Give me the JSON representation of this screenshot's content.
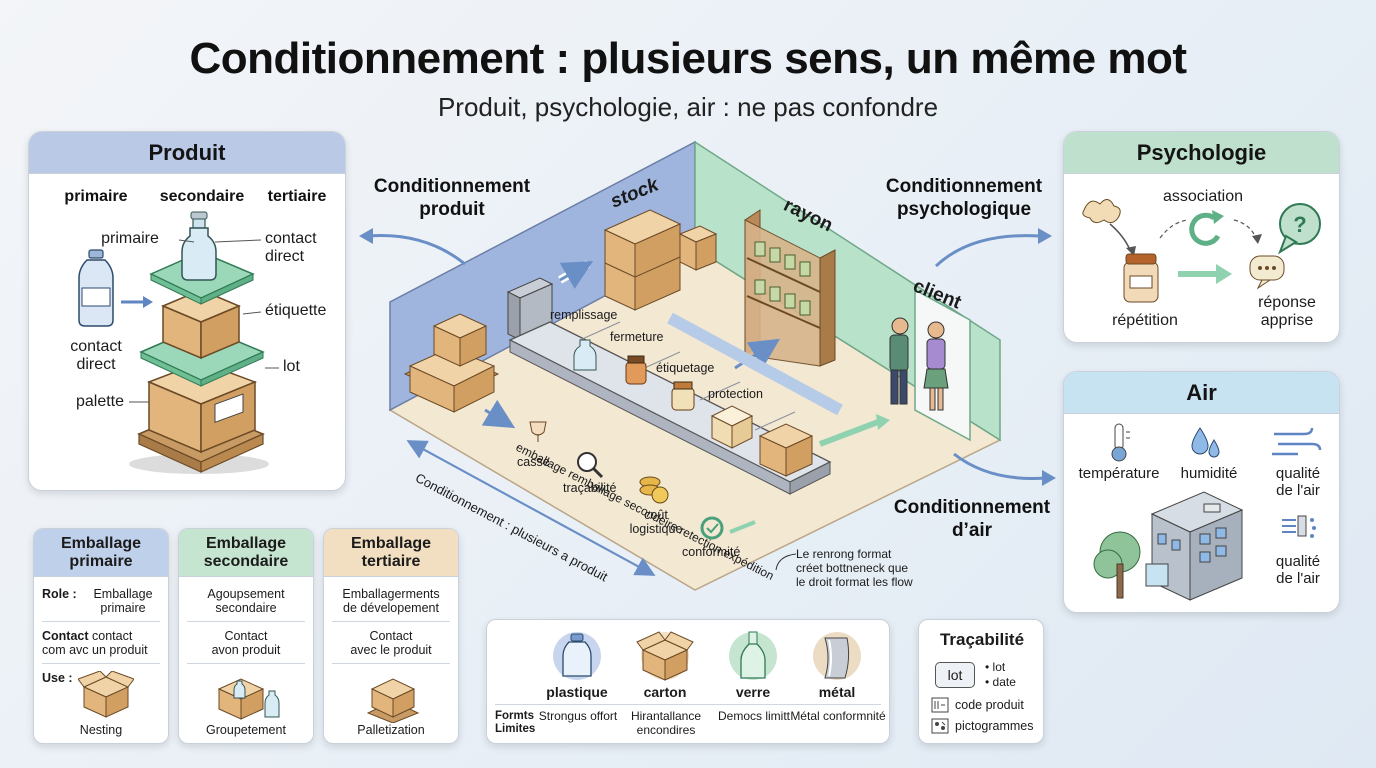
{
  "title": "Conditionnement : plusieurs sens, un même mot",
  "subtitle": "Produit, psychologie, air : ne pas confondre",
  "produit": {
    "header": "Produit",
    "levels": [
      "primaire",
      "secondaire",
      "tertiaire"
    ],
    "labels": {
      "primaire": "primaire",
      "contact_direct_right": "contact\ndirect",
      "etiquette": "étiquette",
      "lot": "lot",
      "contact_direct_left": "contact\ndirect",
      "palette": "palette"
    }
  },
  "scene": {
    "conditionnement_produit": "Conditionnement\nproduit",
    "conditionnement_psychologique": "Conditionnement\npsychologique",
    "conditionnement_air": "Conditionnement\nd’air",
    "stock": "stock",
    "rayon": "rayon",
    "client": "client",
    "steps": [
      "remplissage",
      "fermeture",
      "étiquetage",
      "protection"
    ],
    "floor_text": "emballage remballage secondeire retection expédition",
    "diagonal_text": "Conditionnement : plusieurs a produit",
    "issues": [
      "casse",
      "traçabilité",
      "coût\nlogistique",
      "conformité"
    ],
    "note": "Le renrong format\ncréet bottneneck que\nle droit format les flow"
  },
  "psychologie": {
    "header": "Psychologie",
    "association": "association",
    "repetition": "répétition",
    "reponse": "réponse\napprise"
  },
  "air": {
    "header": "Air",
    "items": [
      "température",
      "humidité",
      "qualité\nde l'air"
    ],
    "item_bottom": "qualité\nde l'air"
  },
  "emballage": [
    {
      "header": "Emballage\nprimaire",
      "rows": [
        {
          "key": "Role :",
          "value": "Emballage\nprimaire"
        },
        {
          "key": "Contact",
          "value": "contact\ncom avc un produit"
        },
        {
          "key": "Use :",
          "value": ""
        }
      ],
      "caption": "Nesting"
    },
    {
      "header": "Emballage\nsecondaire",
      "rows": [
        {
          "key": "",
          "value": "Agoupsement\nsecondaire"
        },
        {
          "key": "",
          "value": "Contact\navon produit"
        }
      ],
      "caption": "Groupetement"
    },
    {
      "header": "Emballage\ntertiaire",
      "rows": [
        {
          "key": "",
          "value": "Emballagerments\nde dévelopement"
        },
        {
          "key": "",
          "value": "Contact\navec le produit"
        }
      ],
      "caption": "Palletization"
    }
  ],
  "materials": {
    "row_label": "Formts\nLimites",
    "items": [
      {
        "name": "plastique",
        "sub": "Strongus\noffort"
      },
      {
        "name": "carton",
        "sub": "Hirantallance\nencondires"
      },
      {
        "name": "verre",
        "sub": "Democs\nlimitt"
      },
      {
        "name": "métal",
        "sub": "Métal\nconformnité"
      }
    ]
  },
  "tracabilite": {
    "header": "Traçabilité",
    "badge": "lot",
    "bullets": [
      "• lot",
      "• date"
    ],
    "code": "code produit",
    "picto": "pictogrammes"
  },
  "colors": {
    "produit_head": "#b9c9e6",
    "psy_head": "#bfe0cc",
    "air_head": "#c7e3f2",
    "primaire_head": "#bfd0ea",
    "secondaire_head": "#c6e5d0",
    "tertiaire_head": "#f2dfc2",
    "box": "#e7c394",
    "green_layer": "#8fd2b0"
  }
}
